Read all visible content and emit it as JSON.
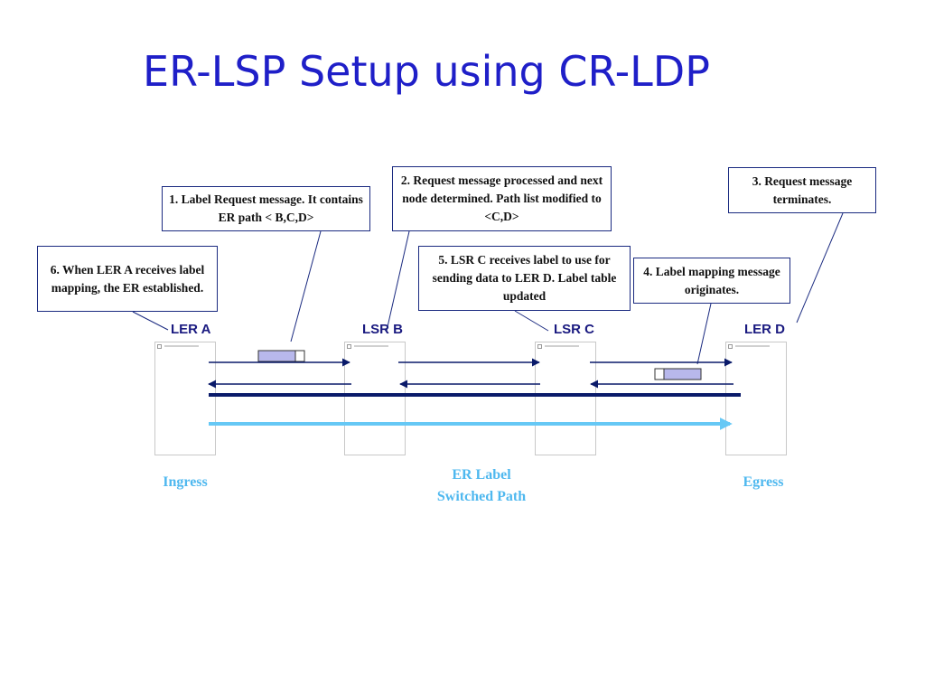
{
  "title": "ER-LSP Setup using CR-LDP",
  "callouts": {
    "c1": "1. Label Request message. It contains ER path < B,C,D>",
    "c2": "2. Request message processed and next node determined. Path list modified to <C,D>",
    "c3": "3. Request message terminates.",
    "c4": "4. Label mapping message  originates.",
    "c5": "5. LSR C receives label to use for sending data to LER D. Label table updated",
    "c6": "6. When LER A receives label mapping, the ER established."
  },
  "nodes": {
    "a": "LER A",
    "b": "LSR B",
    "c": "LSR C",
    "d": "LER D"
  },
  "footer": {
    "ingress": "Ingress",
    "lsp_line1": "ER Label",
    "lsp_line2": "Switched Path",
    "egress": "Egress"
  },
  "colors": {
    "title": "#1f1fc8",
    "arrow": "#0a1a6a",
    "lsp_arrow": "#66c8f5",
    "label_packet": "#b8b8ec",
    "footer_text": "#4fb8ef"
  }
}
